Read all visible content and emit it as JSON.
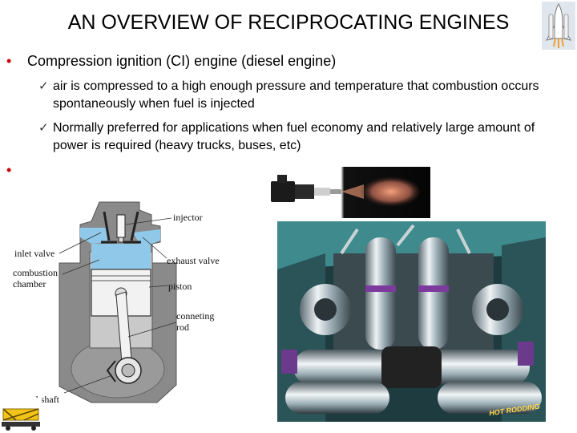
{
  "slide": {
    "title": "AN OVERVIEW OF RECIPROCATING ENGINES",
    "bullets": [
      {
        "text": "Compression ignition (CI) engine (diesel engine)",
        "subpoints": [
          "air is compressed to a high enough pressure and  temperature that combustion occurs spontaneously when fuel is injected",
          "Normally preferred for applications when fuel economy  and relatively large amount of power is required (heavy trucks, buses, etc)"
        ]
      },
      {
        "text": ""
      }
    ],
    "bullet_glyph": "•",
    "check_glyph": "✓"
  },
  "diagram": {
    "labels": {
      "injector": "injector",
      "inlet_valve": "inlet valve",
      "exhaust_valve": "exhaust valve",
      "combustion_chamber_line1": "combustion",
      "combustion_chamber_line2": "chamber",
      "piston": "piston",
      "connecting_rod_line1": "conneting",
      "connecting_rod_line2": "rod",
      "crankshaft": "crankshaft"
    }
  },
  "photo": {
    "credit": "HOT RODDING"
  },
  "icons": [
    "space-shuttle-icon",
    "fuel-spray-image",
    "engine-bay-photo",
    "logo-icon"
  ],
  "colors": {
    "bullet": "#cc0000",
    "combustion": "#8fc8e8",
    "engine_body": "#8a8a8a"
  }
}
